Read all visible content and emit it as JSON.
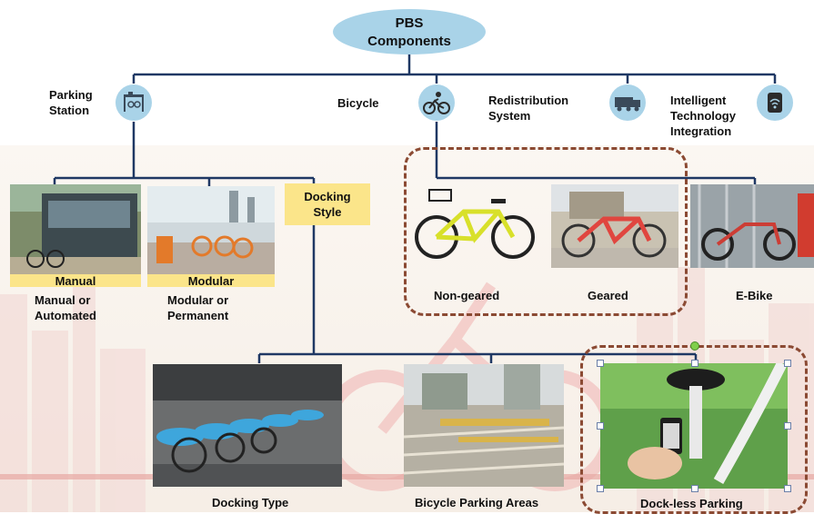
{
  "title": [
    "PBS",
    "Components"
  ],
  "components": {
    "parking_station": [
      "Parking",
      "Station"
    ],
    "bicycle": "Bicycle",
    "redistribution": [
      "Redistribution",
      "System"
    ],
    "intelligent": [
      "Intelligent",
      "Technology",
      "Integration"
    ]
  },
  "parking": {
    "manual_tag": "Manual",
    "modular_tag": "Modular",
    "manual_caption": [
      "Manual or",
      "Automated"
    ],
    "modular_caption": [
      "Modular or",
      "Permanent"
    ],
    "docking_style": [
      "Docking",
      "Style"
    ]
  },
  "bikes": {
    "non_geared": "Non-geared",
    "geared": "Geared",
    "ebike": "E-Bike"
  },
  "docking": {
    "docking_type": "Docking Type",
    "parking_areas": "Bicycle Parking Areas",
    "dockless": "Dock-less Parking"
  },
  "colors": {
    "node": "#a9d3e8",
    "connector": "#1f3864",
    "tag": "#fbe58a",
    "dashed_border": "#8b4a33"
  }
}
